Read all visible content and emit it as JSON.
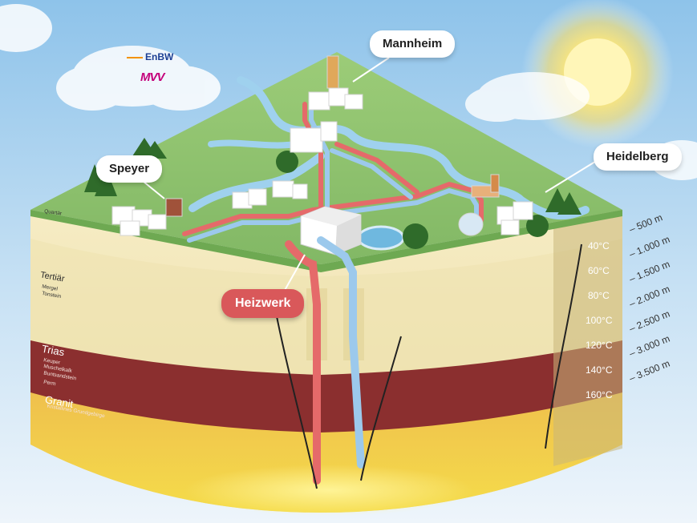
{
  "callouts": {
    "mannheim": "Mannheim",
    "speyer": "Speyer",
    "heidelberg": "Heidelberg",
    "heizwerk": "Heizwerk"
  },
  "logos": {
    "enbw": "EnBW",
    "mvv": "MVV"
  },
  "layers": {
    "quartaer": "Quartär",
    "tertiaer": "Tertiär",
    "tertiaer_sub": [
      "Mergel",
      "Tonstein"
    ],
    "trias": "Trias",
    "trias_sub": [
      "Keuper",
      "Muschelkalk",
      "Buntsandstein",
      "Perm"
    ],
    "granit": "Granit",
    "granit_sub": "Kristallines Grundgebirge"
  },
  "temperatures": [
    "40°C",
    "60°C",
    "80°C",
    "100°C",
    "120°C",
    "140°C",
    "160°C"
  ],
  "depths": [
    "500 m",
    "1.000 m",
    "1.500 m",
    "2.000 m",
    "2.500 m",
    "3.000 m",
    "3.500 m"
  ],
  "colors": {
    "grass": "#8dc26f",
    "soil_light": "#f3e7b8",
    "soil_mid": "#e8d89c",
    "trias": "#8b2f2f",
    "granit": "#e6b446",
    "hot_pipe": "#e56a6a",
    "cold_pipe": "#9cc9ec",
    "river": "#9fd1ee",
    "heizwerk": "#d9585a"
  }
}
